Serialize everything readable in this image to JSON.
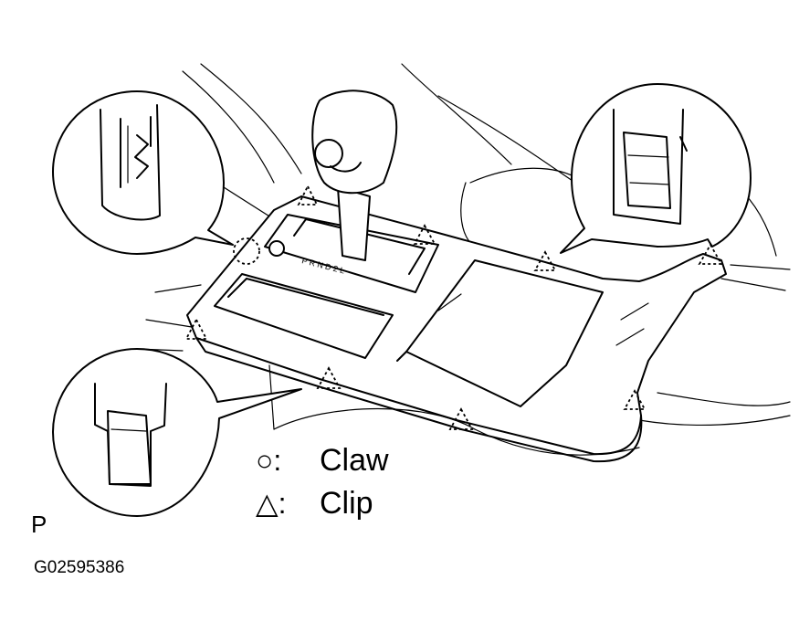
{
  "legend": {
    "claw_label": "Claw",
    "clip_label": "Clip",
    "claw_symbol": "○:",
    "clip_symbol": "△:"
  },
  "section_letter": "P",
  "figure_code": "G02595386",
  "shift_letters": "P R N D 2 L"
}
